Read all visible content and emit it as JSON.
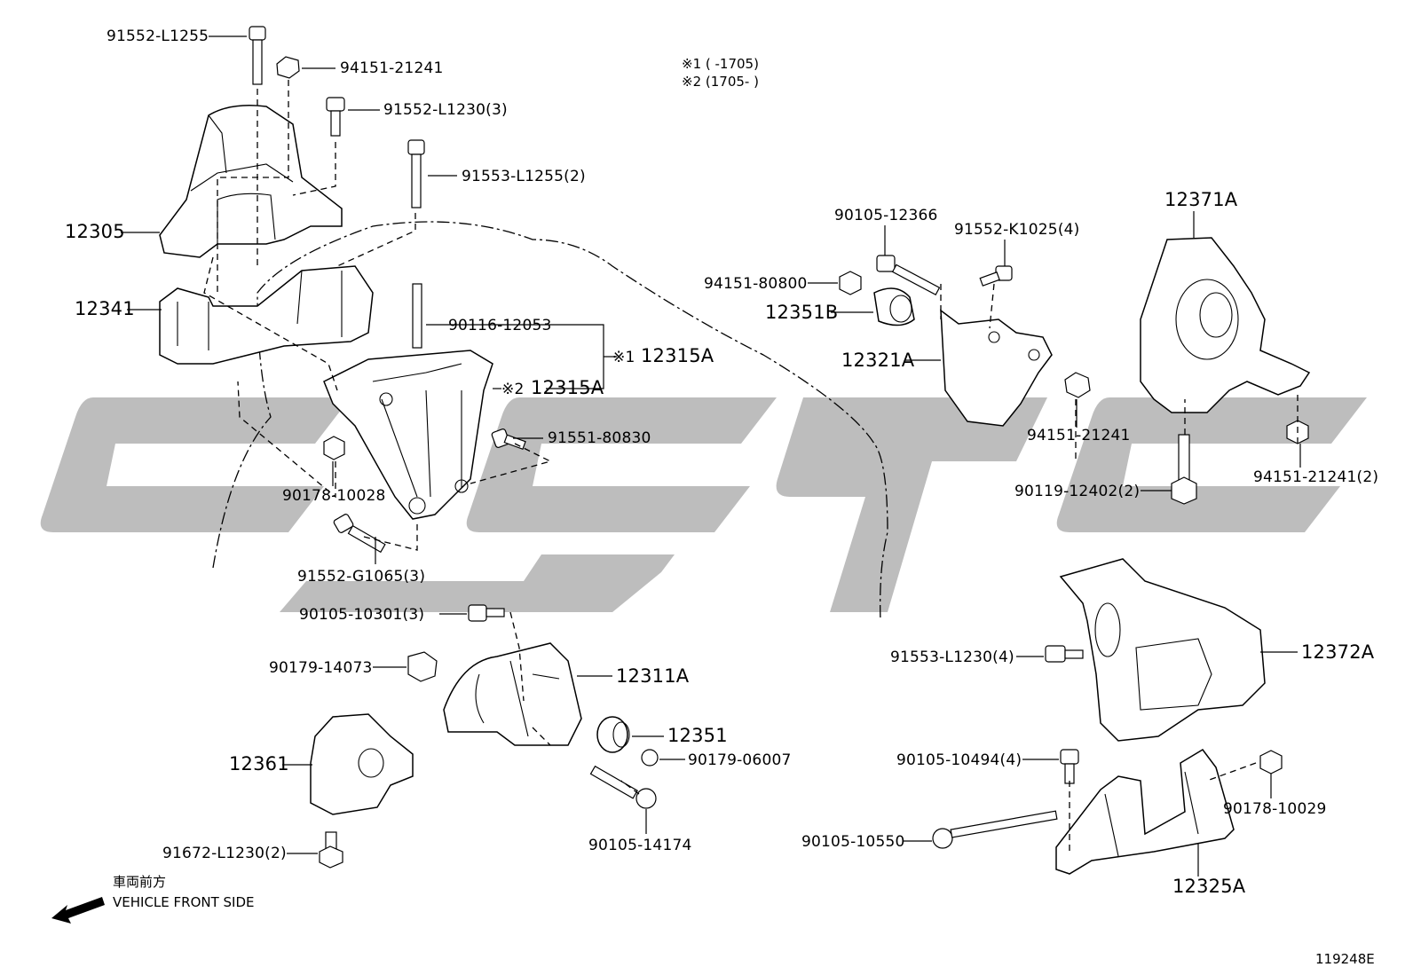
{
  "diagram": {
    "drawing_id": "119248E",
    "notes": [
      "※1 (      -1705)",
      "※2 (1705-      )"
    ],
    "direction": {
      "japanese": "車両前方",
      "english": "VEHICLE FRONT SIDE"
    },
    "part_labels": [
      "91552-L1255",
      "94151-21241",
      "91552-L1230(3)",
      "91553-L1255(2)",
      "12305",
      "12341",
      "90116-12053",
      "12315A",
      "12315A",
      "※1",
      "※2",
      "91551-80830",
      "90178-10028",
      "91552-G1065(3)",
      "90105-10301(3)",
      "90179-14073",
      "12311A",
      "12351",
      "90179-06007",
      "12361",
      "90105-14174",
      "91672-L1230(2)",
      "90105-12366",
      "91552-K1025(4)",
      "94151-80800",
      "12351B",
      "12321A",
      "12371A",
      "94151-21241",
      "90119-12402(2)",
      "94151-21241(2)",
      "91553-L1230(4)",
      "12372A",
      "90105-10494(4)",
      "90178-10029",
      "90105-10550",
      "12325A"
    ]
  }
}
